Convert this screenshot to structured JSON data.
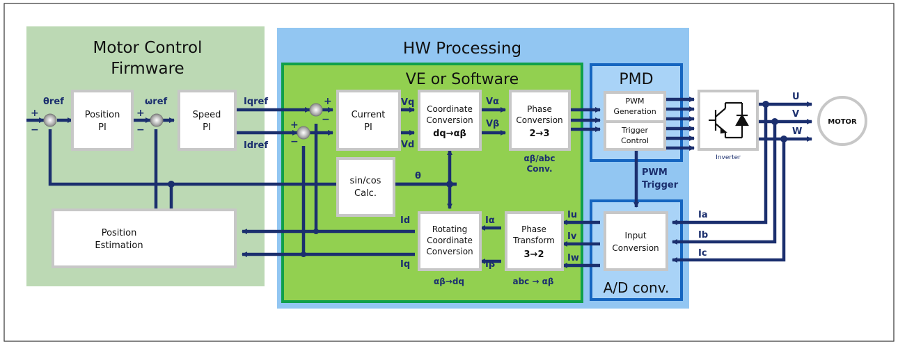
{
  "sections": {
    "firmware_title_1": "Motor Control",
    "firmware_title_2": "Firmware",
    "hw_title": "HW Processing",
    "ve_title": "VE or Software",
    "pmd_title": "PMD",
    "adc_title": "A/D conv."
  },
  "blocks": {
    "position_pi_1": "Position",
    "position_pi_2": "PI",
    "speed_pi_1": "Speed",
    "speed_pi_2": "PI",
    "current_pi_1": "Current",
    "current_pi_2": "PI",
    "coord_conv_1": "Coordinate",
    "coord_conv_2": "Conversion",
    "coord_conv_3": "dq→αβ",
    "phase_conv_1": "Phase",
    "phase_conv_2": "Conversion",
    "phase_conv_3": "2→3",
    "phase_conv_caption_1": "αβ/abc",
    "phase_conv_caption_2": "Conv.",
    "sincos_1": "sin/cos",
    "sincos_2": "Calc.",
    "pwm_gen_1": "PWM",
    "pwm_gen_2": "Generation",
    "trigger_1": "Trigger",
    "trigger_2": "Control",
    "inverter_label": "Inverter",
    "motor_label": "MOTOR",
    "position_est_1": "Position",
    "position_est_2": "Estimation",
    "rot_coord_1": "Rotating",
    "rot_coord_2": "Coordinate",
    "rot_coord_3": "Conversion",
    "rot_coord_caption": "αβ→dq",
    "phase_tf_1": "Phase",
    "phase_tf_2": "Transform",
    "phase_tf_3": "3→2",
    "phase_tf_caption": "abc → αβ",
    "input_conv_1": "Input",
    "input_conv_2": "Conversion"
  },
  "signals": {
    "theta_ref": "θref",
    "omega_ref": "ωref",
    "iq_ref": "Iqref",
    "id_ref": "Idref",
    "vq": "Vq",
    "vd": "Vd",
    "v_alpha": "Vα",
    "v_beta": "Vβ",
    "theta": "θ",
    "pwm_trigger_1": "PWM",
    "pwm_trigger_2": "Trigger",
    "u": "U",
    "v": "V",
    "w": "W",
    "ia": "Ia",
    "ib": "Ib",
    "ic": "Ic",
    "iu": "Iu",
    "iv": "Iv",
    "iw": "Iw",
    "i_alpha": "Iα",
    "i_beta": "Iβ",
    "id": "Id",
    "iq": "Iq",
    "plus": "+",
    "minus": "−"
  },
  "colors": {
    "firmware_bg": "#bcd9b4",
    "hw_bg": "#92c6f2",
    "ve_bg": "#92d050",
    "ve_border": "#10a04a",
    "pmd_border": "#1565c0",
    "block_border": "#c7c7c7",
    "line": "#1b2f6e"
  }
}
